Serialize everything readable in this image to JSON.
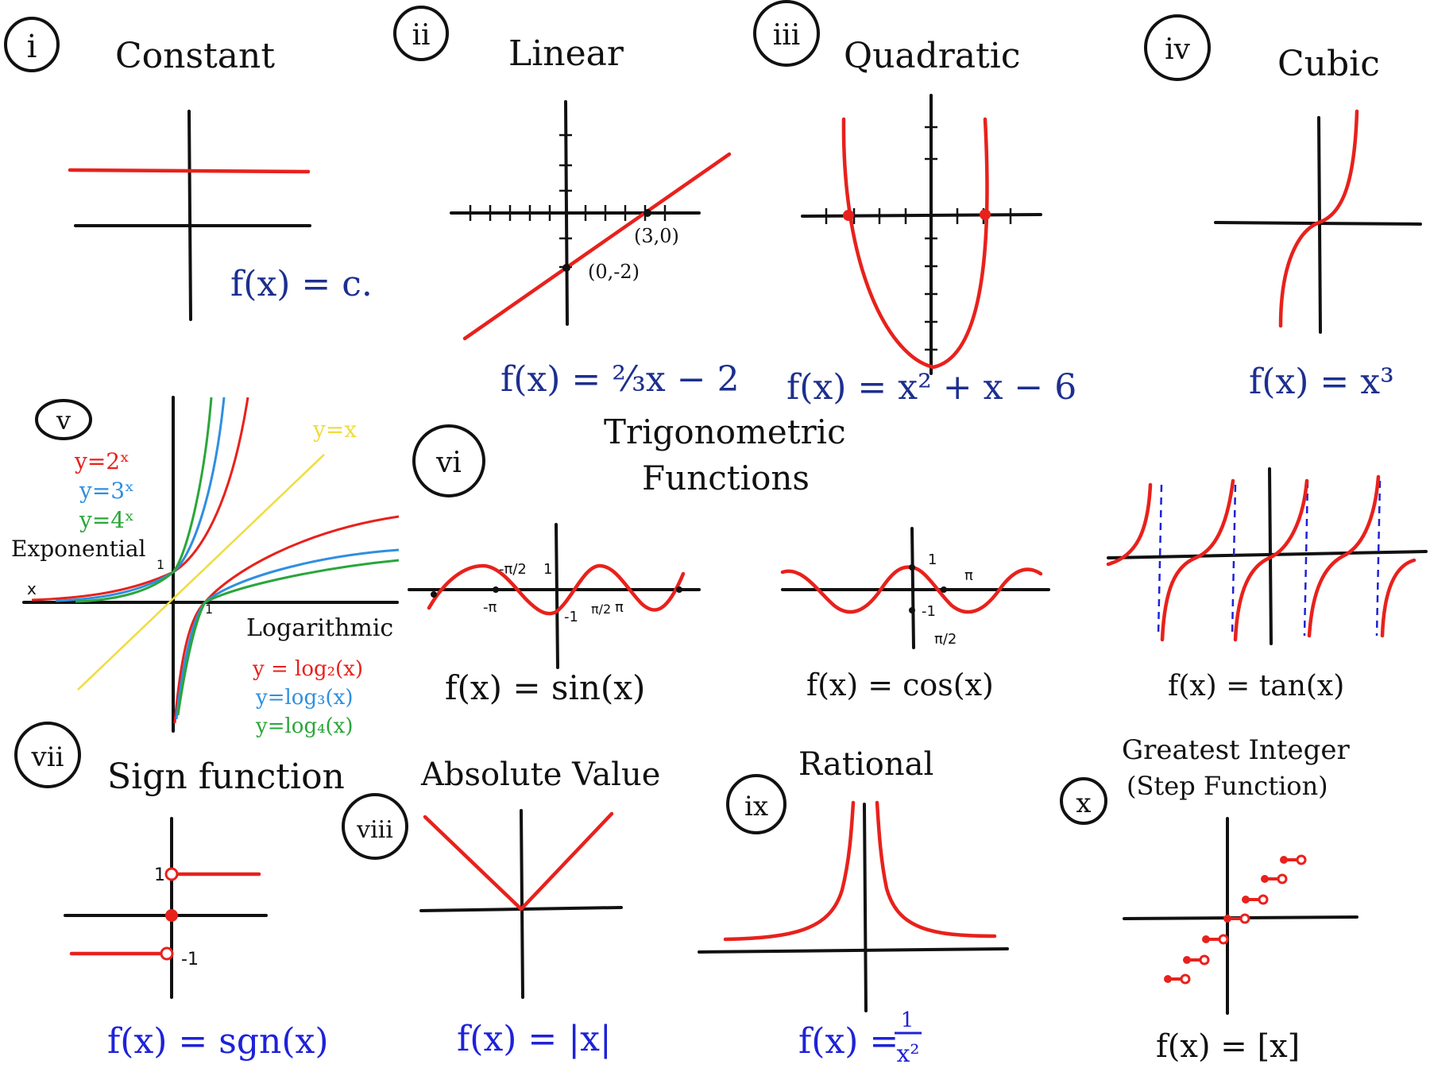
{
  "panels": {
    "i": {
      "numeral": "i",
      "title": "Constant",
      "formula": "f(x) = c."
    },
    "ii": {
      "numeral": "ii",
      "title": "Linear",
      "formula": "f(x) = ⅔x − 2",
      "point_a": "(3,0)",
      "point_b": "(0,-2)"
    },
    "iii": {
      "numeral": "iii",
      "title": "Quadratic",
      "formula": "f(x) = x² + x − 6"
    },
    "iv": {
      "numeral": "iv",
      "title": "Cubic",
      "formula": "f(x) = x³"
    },
    "v": {
      "numeral": "v",
      "exp_label": "Exponential",
      "log_label": "Logarithmic",
      "identity": "y=x",
      "exp_series": [
        "y=2ˣ",
        "y=3ˣ",
        "y=4ˣ"
      ],
      "log_series": [
        "y = log₂(x)",
        "y=log₃(x)",
        "y=log₄(x)"
      ],
      "tick_one_a": "1",
      "tick_one_b": "1",
      "axis_x": "x"
    },
    "vi": {
      "numeral": "vi",
      "heading_line1": "Trigonometric",
      "heading_line2": "Functions",
      "sin_formula": "f(x) = sin(x)",
      "sin_ticks": [
        "-π/2",
        "1",
        "-π",
        "-1",
        "π/2",
        "π"
      ],
      "cos_formula": "f(x) = cos(x)",
      "cos_ticks": [
        "1",
        "π",
        "-1",
        "π/2"
      ],
      "tan_formula": "f(x) = tan(x)"
    },
    "vii": {
      "numeral": "vii",
      "title": "Sign function",
      "formula": "f(x) = sgn(x)",
      "tick_pos": "1",
      "tick_neg": "-1"
    },
    "viii": {
      "numeral": "viii",
      "title": "Absolute Value",
      "formula": "f(x) = |x|"
    },
    "ix": {
      "numeral": "ix",
      "title": "Rational",
      "formula_left": "f(x) =",
      "frac_num": "1",
      "frac_den": "x²"
    },
    "x": {
      "numeral": "x",
      "title_line1": "Greatest Integer",
      "title_line2": "(Step Function)",
      "formula": "f(x) = [x]"
    }
  },
  "colors": {
    "curve": "#e8211c",
    "formula": "#1d2f8f",
    "formula_bright": "#1e22d8",
    "exp2": "#e8211c",
    "exp3": "#2f8fe0",
    "exp4": "#2aa63a",
    "identity": "#f0dc3c",
    "asymptote": "#1e22d8"
  }
}
